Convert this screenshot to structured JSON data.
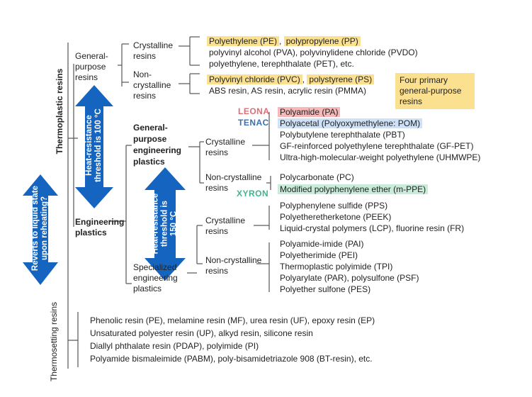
{
  "thermoplastic": "Thermoplastic resins",
  "thermosetting": "Thermosetting resins",
  "reverts": [
    "Reverts to liquid state",
    "upon reheating?"
  ],
  "heat100": [
    "Heat-resistance",
    "threshold is 100 °C"
  ],
  "heat150": [
    "Heat-resistance",
    "threshold is",
    "150 °C"
  ],
  "general_purpose": [
    "General-",
    "purpose",
    "resins"
  ],
  "engineering": [
    "Engineering",
    "plastics"
  ],
  "crystalline_gp": [
    "Crystalline",
    "resins"
  ],
  "noncrystalline_gp": [
    "Non-",
    "crystalline",
    "resins"
  ],
  "gp_eng": [
    "General-",
    "purpose",
    "engineering",
    "plastics"
  ],
  "specialized": [
    "Specialized",
    "engineering",
    "plastics"
  ],
  "crystalline_gpe": [
    "Crystalline",
    "resins"
  ],
  "noncrystalline_gpe": [
    "Non-crystalline",
    "resins"
  ],
  "crystalline_sp": [
    "Crystalline",
    "resins"
  ],
  "noncrystalline_sp": [
    "Non-crystalline",
    "resins"
  ],
  "gp_cryst": {
    "pe": "Polyethylene (PE)",
    "sep": ", ",
    "pp": "polypropylene (PP)",
    "line2": "polyvinyl alcohol (PVA), polyvinylidene chloride (PVDO)",
    "line3": "polyethylene, terephthalate (PET), etc."
  },
  "gp_noncryst": {
    "pvc": "Polyvinyl chloride (PVC)",
    "sep": ", ",
    "ps": "polystyrene (PS)",
    "line2": "ABS resin, AS resin, acrylic resin (PMMA)"
  },
  "four_primary": [
    "Four primary",
    "general-purpose",
    "resins"
  ],
  "brands": {
    "leona": "LEONA",
    "tenac": "TENAC",
    "xyron": "XYRON"
  },
  "brand_colors": {
    "leona": "#e06c75",
    "tenac": "#3a6fb0",
    "xyron": "#3fb58a"
  },
  "gpe_cryst": [
    "Polyamide (PA)",
    "Polyacetal (Polyoxymethylene: POM)",
    "Polybutylene terephthalate (PBT)",
    "GF-reinforced polyethylene terephthalate (GF-PET)",
    "Ultra-high-molecular-weight polyethylene (UHMWPE)"
  ],
  "gpe_noncryst": [
    "Polycarbonate (PC)",
    "Modified polyphenylene ether (m-PPE)"
  ],
  "sp_cryst": [
    "Polyphenylene sulfide (PPS)",
    "Polyetheretherketone (PEEK)",
    "Liquid-crystal polymers (LCP), fluorine resin (FR)"
  ],
  "sp_noncryst": [
    "Polyamide-imide (PAI)",
    "Polyetherimide (PEI)",
    "Thermoplastic polyimide (TPI)",
    "Polyarylate (PAR), polysulfone (PSF)",
    "Polyether sulfone (PES)"
  ],
  "thermoset_list": [
    "Phenolic resin (PE), melamine resin (MF), urea resin (UF), epoxy resin (EP)",
    "Unsaturated polyester resin (UP), alkyd resin, silicone resin",
    "Diallyl phthalate resin (PDAP), polyimide (PI)",
    "Polyamide bismaleimide (PABM), poly-bisamidetriazole 908 (BT-resin), etc."
  ],
  "colors": {
    "arrow": "#1565c0",
    "line": "#555555",
    "yellow": "#fbe08f"
  }
}
